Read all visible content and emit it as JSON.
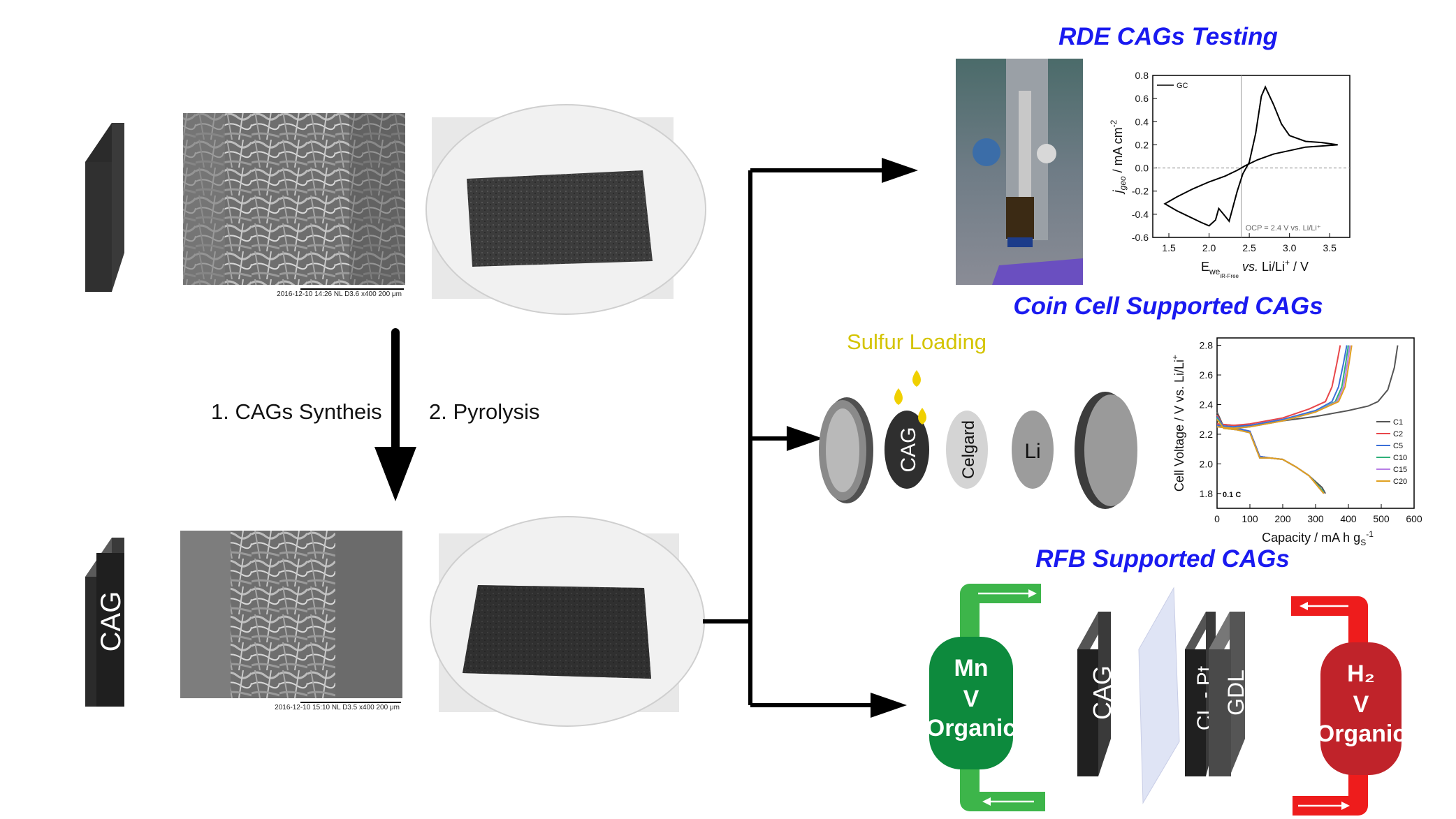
{
  "labels": {
    "cag_plate": "CAG",
    "step1": "1. CAGs Syntheis",
    "step2": "2. Pyrolysis"
  },
  "sem_top": {
    "scalebar": "2016-12-10    14:26 NL   D3.6   x400      200 μm"
  },
  "sem_bottom": {
    "scalebar": "2016-12-10    15:10 NL   D3.5   x400      200 μm"
  },
  "rde": {
    "title": "RDE CAGs Testing",
    "chart_data": {
      "type": "line",
      "series": [
        {
          "name": "GC",
          "x": [
            1.45,
            1.6,
            1.75,
            1.9,
            2.0,
            2.08,
            2.12,
            2.18,
            2.25,
            2.35,
            2.42,
            2.5,
            2.58,
            2.65,
            2.7,
            2.8,
            2.9,
            3.0,
            3.2,
            3.4,
            3.6,
            3.4,
            3.2,
            3.0,
            2.8,
            2.6,
            2.45,
            2.35,
            2.2,
            2.0,
            1.8,
            1.6,
            1.45
          ],
          "y": [
            -0.31,
            -0.37,
            -0.42,
            -0.47,
            -0.5,
            -0.45,
            -0.35,
            -0.4,
            -0.46,
            -0.2,
            -0.05,
            0.05,
            0.3,
            0.62,
            0.7,
            0.55,
            0.38,
            0.28,
            0.23,
            0.22,
            0.2,
            0.19,
            0.18,
            0.15,
            0.12,
            0.07,
            0.02,
            -0.02,
            -0.07,
            -0.12,
            -0.18,
            -0.25,
            -0.31
          ]
        }
      ],
      "xlabel_main": "E",
      "xlabel_sub1": "we",
      "xlabel_sub2": "iR-Free",
      "xlabel_rest_italic": " vs.",
      "xlabel_tail": " Li/Li",
      "xlabel_sup": "+",
      "xlabel_end": " / V",
      "ylabel_j": "j",
      "ylabel_sub": "geo",
      "ylabel_rest": " / mA cm",
      "ylabel_sup": "-2",
      "xlim": [
        1.3,
        3.75
      ],
      "ylim": [
        -0.6,
        0.8
      ],
      "xticks": [
        "1.5",
        "2.0",
        "2.5",
        "3.0",
        "3.5"
      ],
      "yticks": [
        "-0.6",
        "-0.4",
        "-0.2",
        "0.0",
        "0.2",
        "0.4",
        "0.6",
        "0.8"
      ],
      "ocp_x": 2.4,
      "annotation": "OCP = 2.4 V vs. Li/Li⁺",
      "legend_position": "top-left"
    }
  },
  "coin": {
    "title": "Coin Cell Supported CAGs",
    "sulfur_label": "Sulfur Loading",
    "parts": {
      "cag": "CAG",
      "celgard": "Celgard",
      "li": "Li"
    },
    "chart_data": {
      "type": "line",
      "xlabel": "Capacity / mA h g",
      "xlabel_sub": "S",
      "xlabel_sup": "-1",
      "ylabel": "Cell Voltage  / V vs. Li/Li",
      "ylabel_sup": "+",
      "xlim": [
        0,
        600
      ],
      "ylim": [
        1.7,
        2.85
      ],
      "xticks": [
        "0",
        "100",
        "200",
        "300",
        "400",
        "500",
        "600"
      ],
      "yticks": [
        "1.8",
        "2.0",
        "2.2",
        "2.4",
        "2.6",
        "2.8"
      ],
      "rate_label": "0.1 C",
      "legend_position": "right",
      "series": [
        {
          "name": "C1",
          "color": "#555555",
          "charge_x": [
            0,
            50,
            100,
            200,
            300,
            400,
            460,
            490,
            520,
            540,
            550
          ],
          "charge_y": [
            2.27,
            2.26,
            2.26,
            2.29,
            2.32,
            2.36,
            2.39,
            2.42,
            2.5,
            2.65,
            2.8
          ],
          "dis_x": [
            0,
            20,
            60,
            100,
            130,
            160,
            200,
            240,
            280,
            320,
            330
          ],
          "dis_y": [
            2.35,
            2.25,
            2.24,
            2.22,
            2.05,
            2.04,
            2.03,
            1.98,
            1.92,
            1.84,
            1.8
          ]
        },
        {
          "name": "C2",
          "color": "#e8474a",
          "charge_x": [
            0,
            50,
            100,
            200,
            280,
            330,
            350,
            365,
            375
          ],
          "charge_y": [
            2.27,
            2.26,
            2.27,
            2.31,
            2.37,
            2.42,
            2.52,
            2.68,
            2.8
          ],
          "dis_x": [
            0,
            20,
            60,
            100,
            130,
            160,
            200,
            240,
            280,
            320
          ],
          "dis_y": [
            2.33,
            2.25,
            2.24,
            2.22,
            2.05,
            2.04,
            2.03,
            1.98,
            1.92,
            1.82
          ]
        },
        {
          "name": "C5",
          "color": "#3a6fd8",
          "charge_x": [
            0,
            50,
            100,
            200,
            300,
            350,
            370,
            385,
            395
          ],
          "charge_y": [
            2.26,
            2.25,
            2.26,
            2.3,
            2.36,
            2.42,
            2.52,
            2.68,
            2.8
          ],
          "dis_x": [
            0,
            20,
            60,
            100,
            130,
            160,
            200,
            240,
            280,
            325
          ],
          "dis_y": [
            2.32,
            2.25,
            2.24,
            2.22,
            2.05,
            2.04,
            2.03,
            1.98,
            1.92,
            1.81
          ]
        },
        {
          "name": "C10",
          "color": "#2fb07a",
          "charge_x": [
            0,
            50,
            100,
            200,
            300,
            360,
            380,
            392,
            400
          ],
          "charge_y": [
            2.25,
            2.24,
            2.25,
            2.29,
            2.35,
            2.42,
            2.52,
            2.68,
            2.8
          ],
          "dis_x": [
            0,
            20,
            60,
            100,
            130,
            160,
            200,
            240,
            280,
            325
          ],
          "dis_y": [
            2.31,
            2.24,
            2.23,
            2.21,
            2.04,
            2.04,
            2.03,
            1.98,
            1.92,
            1.81
          ]
        },
        {
          "name": "C15",
          "color": "#b77ee6",
          "charge_x": [
            0,
            50,
            100,
            200,
            300,
            365,
            385,
            397,
            405
          ],
          "charge_y": [
            2.25,
            2.24,
            2.25,
            2.29,
            2.35,
            2.42,
            2.52,
            2.68,
            2.8
          ],
          "dis_x": [
            0,
            20,
            60,
            100,
            130,
            160,
            200,
            240,
            280,
            325
          ],
          "dis_y": [
            2.3,
            2.24,
            2.23,
            2.21,
            2.04,
            2.04,
            2.03,
            1.98,
            1.92,
            1.8
          ]
        },
        {
          "name": "C20",
          "color": "#e0a020",
          "charge_x": [
            0,
            50,
            100,
            200,
            300,
            370,
            390,
            402,
            410
          ],
          "charge_y": [
            2.25,
            2.24,
            2.25,
            2.29,
            2.35,
            2.42,
            2.52,
            2.68,
            2.8
          ],
          "dis_x": [
            0,
            20,
            60,
            100,
            130,
            160,
            200,
            240,
            280,
            325
          ],
          "dis_y": [
            2.3,
            2.24,
            2.23,
            2.21,
            2.04,
            2.04,
            2.03,
            1.98,
            1.92,
            1.8
          ]
        }
      ]
    }
  },
  "rfb": {
    "title": "RFB Supported CAGs",
    "left_tank": [
      "Mn",
      "V",
      "Organic"
    ],
    "right_tank": [
      "H₂",
      "V",
      "Organic"
    ],
    "plates": {
      "cag": "CAG",
      "cl": "CL - Pt",
      "gdl": "GDL"
    },
    "colors": {
      "green": "#2eb24a",
      "red": "#ee1c1c",
      "tank_green": "#0d8a3d",
      "tank_red": "#c0232a"
    }
  },
  "colors": {
    "title_blue": "#1a1af0",
    "sulfur": "#d4c400",
    "drop": "#f0d000"
  }
}
